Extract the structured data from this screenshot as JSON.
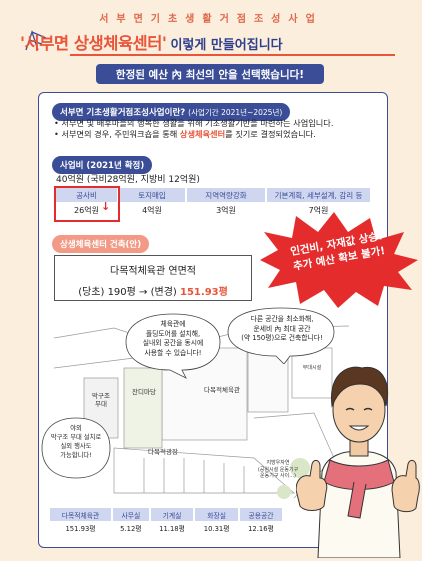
{
  "header": {
    "kicker": "서부면기초생활거점조성사업",
    "title_main": "'서부면 상생체육센터'",
    "title_rest": "이렇게 만들어집니다"
  },
  "banner": {
    "text": "한정된 예산 內 최선의 안을 선택했습니다!"
  },
  "project": {
    "pill_label": "서부면 기초생활거점조성사업이란?",
    "pill_period": "(사업기간 2021년~2025년)",
    "bullet1": "• 서부면 및 배후마을의 행복한 생활을 위해 기초생활기반을 마련하는 사업입니다.",
    "bullet2_prefix": "• 서부면의 경우, 주민워크숍을 통해 ",
    "bullet2_highlight": "상생체육센터",
    "bullet2_suffix": "를 짓기로 결정되었습니다."
  },
  "budget": {
    "pill_label": "사업비 (2021년 확정)",
    "total": "40억원 (국비28억원, 지방비 12억원)",
    "headers": [
      "공사비",
      "토지매입",
      "지역역량강화",
      "기본계획, 세부설계, 감리 등"
    ],
    "values": [
      "26억원",
      "4억원",
      "3억원",
      "7억원"
    ],
    "handwritten_arrow": "↓"
  },
  "center": {
    "pill_label": "상생체육센터 건축(안)",
    "area_title": "다목적체육관 연면적",
    "area_before": "(당초) 190평",
    "area_arrow": "→",
    "area_after_label": "(변경) ",
    "area_after_value": "151.93평"
  },
  "burst": {
    "line1": "인건비, 자재값 상승!",
    "line2": "추가 예산 확보 불가!"
  },
  "site_map": {
    "labels": {
      "stage": "막구조\n무대",
      "lawn": "잔디마당",
      "gym": "다목적체육관",
      "parking": "다목적광장",
      "exercise": "지방우자연\n(공원시설 운동기구\n운동기구 사이...)",
      "corner": "부대시설"
    },
    "bubble_left": "체육관에\n폴딩도어를 설치해,\n실내외 공간을 동시에\n사용할 수 있습니다!",
    "bubble_right": "다른 공간을 최소화해,\n운세비 內 최대 공간\n(약 150평)으로 건축합니다!",
    "bubble_bottom": "야외\n막구조 무대 설치로\n실외 행사도\n가능합니다!"
  },
  "rooms": {
    "headers": [
      "다목적체육관",
      "사무실",
      "기계실",
      "화장실",
      "공용공간"
    ],
    "values": [
      "151.93평",
      "5.12평",
      "11.18평",
      "10.31평",
      "12.16평"
    ]
  },
  "colors": {
    "accent": "#e8553a",
    "navy": "#3a4d96",
    "pink": "#f29a86",
    "burst": "#e52c2c",
    "background": "#fbeedd"
  },
  "illustration": {
    "character": "man-thumbs-up-illustration"
  }
}
